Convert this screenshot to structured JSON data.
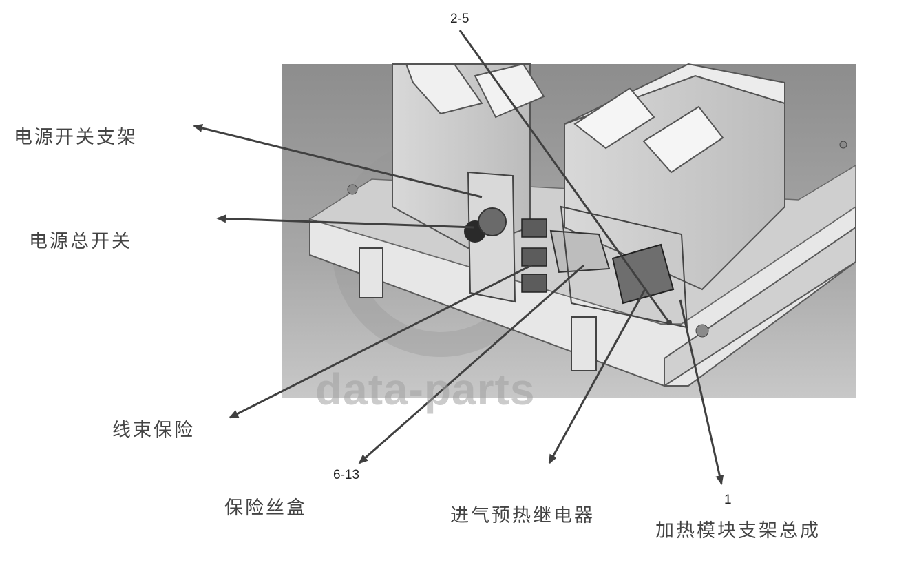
{
  "labels": {
    "power_switch_bracket": "电源开关支架",
    "main_power_switch": "电源总开关",
    "harness_fuse": "线束保险",
    "fuse_box": "保险丝盒",
    "intake_preheat_relay": "进气预热继电器",
    "heating_module_bracket_assembly": "加热模块支架总成"
  },
  "callouts": {
    "top": "2-5",
    "fuse_box_number": "6-13",
    "assembly_number": "1"
  },
  "watermark": {
    "text": "data-parts"
  },
  "colors": {
    "arrow": "#404040",
    "label_text": "#444444",
    "photo_background": "#9a9a9a"
  }
}
